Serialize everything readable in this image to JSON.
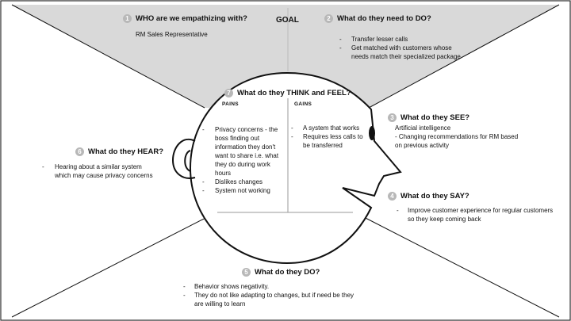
{
  "goal": "GOAL",
  "sections": {
    "who": {
      "num": "1",
      "title": "WHO are we empathizing with?",
      "text": "RM Sales Representative"
    },
    "do": {
      "num": "2",
      "title": "What do they need to DO?",
      "items": [
        "Transfer lesser calls",
        "Get matched with customers whose",
        "needs match their specialized package"
      ]
    },
    "see": {
      "num": "3",
      "title": "What do they SEE?",
      "lines": [
        "Artificial intelligence",
        "- Changing recommendations for RM based",
        "on previous activity"
      ]
    },
    "say": {
      "num": "4",
      "title": "What do they SAY?",
      "items": [
        "Improve customer experience for regular customers",
        "so they keep coming back"
      ]
    },
    "does": {
      "num": "5",
      "title": "What do they DO?",
      "items": [
        "Behavior shows negativity.",
        "They do not like adapting to changes, but if need be they",
        "are willing to learn"
      ]
    },
    "hear": {
      "num": "6",
      "title": "What do they HEAR?",
      "items": [
        "Hearing about a similar system",
        "which may cause privacy concerns"
      ]
    },
    "think": {
      "num": "7",
      "title": "What do they THINK and FEEL?",
      "pains_label": "PAINS",
      "gains_label": "GAINS",
      "pains": [
        "Privacy concerns -  the",
        "boss finding out",
        "information they don't",
        "want to share i.e. what",
        "they do during work",
        "hours",
        "Dislikes changes",
        "System not working"
      ],
      "gains": [
        "A system that works",
        "Requires less calls to",
        "be transferred"
      ]
    }
  }
}
